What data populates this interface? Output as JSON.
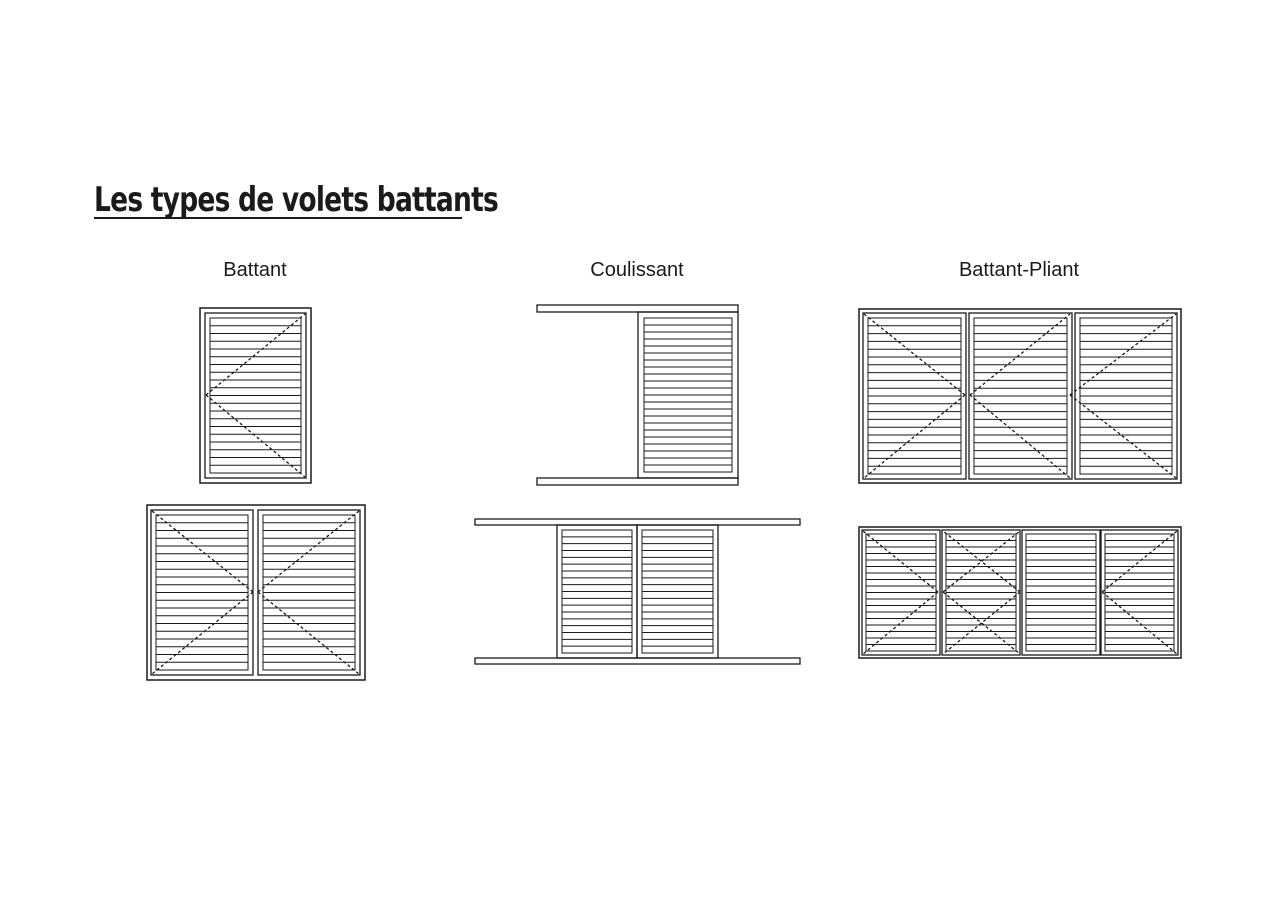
{
  "title": "Les types de volets battants",
  "columns": [
    {
      "label": "Battant"
    },
    {
      "label": "Coulissant"
    },
    {
      "label": "Battant-Pliant"
    }
  ],
  "colors": {
    "ink": "#1a1a1a",
    "background": "#ffffff"
  }
}
